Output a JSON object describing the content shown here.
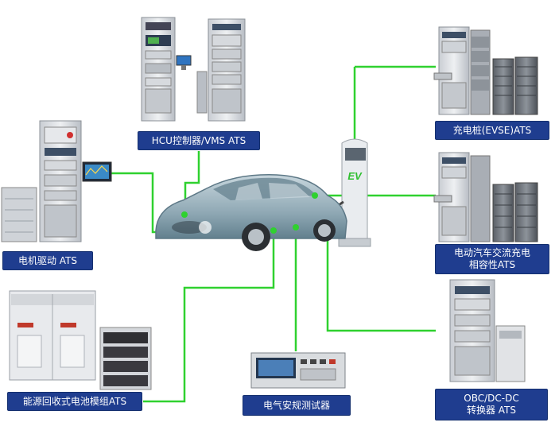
{
  "diagram": {
    "nodes": {
      "hcu": {
        "label": "HCU控制器/VMS ATS"
      },
      "evse": {
        "label": "充电桩(EVSE)ATS"
      },
      "motor": {
        "label": "电机驱动 ATS"
      },
      "compat": {
        "label_line1": "电动汽车交流充电",
        "label_line2": "相容性ATS"
      },
      "battery": {
        "label": "能源回收式电池模组ATS"
      },
      "safety": {
        "label": "电气安规测试器"
      },
      "obc": {
        "label_line1": "OBC/DC-DC",
        "label_line2": "转换器 ATS"
      }
    },
    "charger_screen_text": "EV",
    "colors": {
      "label_bg": "#1f3d8f",
      "label_text": "#ffffff",
      "connector": "#2fd12f",
      "car_body": "#9fb4be",
      "cabinet": "#d9dde2"
    }
  }
}
